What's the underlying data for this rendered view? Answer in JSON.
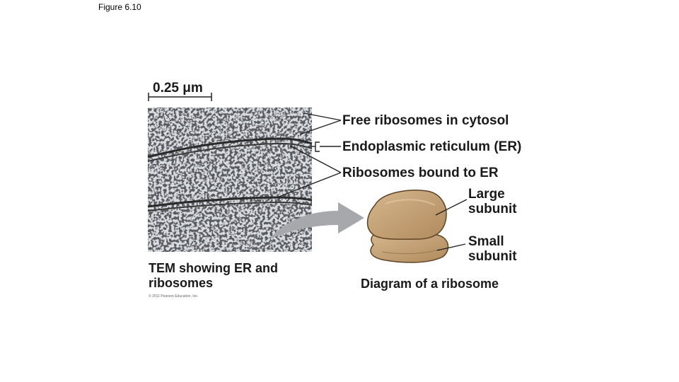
{
  "figure_label": "Figure 6.10",
  "scale_bar": {
    "label": "0.25 μm"
  },
  "micrograph": {
    "callouts": {
      "free_ribosomes": "Free ribosomes in cytosol",
      "er": "Endoplasmic reticulum (ER)",
      "bound_ribosomes": "Ribosomes bound to ER"
    },
    "caption_line1": "TEM showing ER and",
    "caption_line2": "ribosomes",
    "copyright": "© 2011 Pearson Education, Inc."
  },
  "ribosome_diagram": {
    "large_subunit_line1": "Large",
    "large_subunit_line2": "subunit",
    "small_subunit_line1": "Small",
    "small_subunit_line2": "subunit",
    "caption": "Diagram of a ribosome"
  },
  "colors": {
    "ribosome_fill": "#c7a57a",
    "ribosome_stroke": "#5c4326",
    "arrow": "#a6a8ab",
    "micrograph_bg": "#dadddf"
  }
}
